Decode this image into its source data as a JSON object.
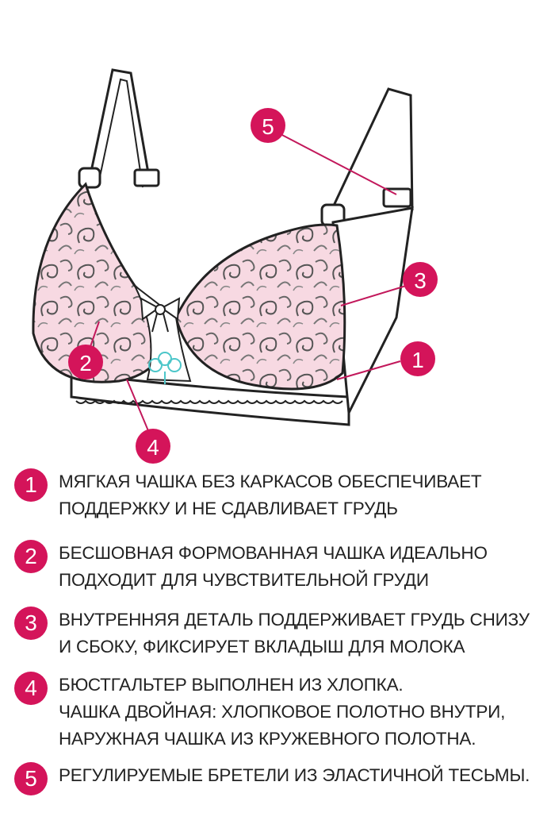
{
  "accent_color": "#d4145a",
  "callouts": [
    {
      "number": "1"
    },
    {
      "number": "2"
    },
    {
      "number": "3"
    },
    {
      "number": "4"
    },
    {
      "number": "5"
    }
  ],
  "features": [
    {
      "number": "1",
      "lines": [
        "МЯГКАЯ ЧАШКА БЕЗ КАРКАСОВ ОБЕСПЕЧИВАЕТ",
        "ПОДДЕРЖКУ И НЕ СДАВЛИВАЕТ ГРУДЬ"
      ]
    },
    {
      "number": "2",
      "lines": [
        "БЕСШОВНАЯ ФОРМОВАННАЯ ЧАШКА ИДЕАЛЬНО",
        "ПОДХОДИТ ДЛЯ ЧУВСТВИТЕЛЬНОЙ ГРУДИ"
      ]
    },
    {
      "number": "3",
      "lines": [
        "ВНУТРЕННЯЯ ДЕТАЛЬ ПОДДЕРЖИВАЕТ ГРУДЬ СНИЗУ",
        "И СБОКУ, ФИКСИРУЕТ ВКЛАДЫШ ДЛЯ МОЛОКА"
      ]
    },
    {
      "number": "4",
      "lines": [
        "БЮСТГАЛЬТЕР ВЫПОЛНЕН ИЗ ХЛОПКА.",
        "ЧАШКА ДВОЙНАЯ: ХЛОПКОВОЕ ПОЛОТНО ВНУТРИ,",
        "НАРУЖНАЯ ЧАШКА ИЗ КРУЖЕВНОГО ПОЛОТНА."
      ]
    },
    {
      "number": "5",
      "lines": [
        "РЕГУЛИРУЕМЫЕ БРЕТЕЛИ ИЗ ЭЛАСТИЧНОЙ ТЕСЬМЫ."
      ]
    }
  ]
}
